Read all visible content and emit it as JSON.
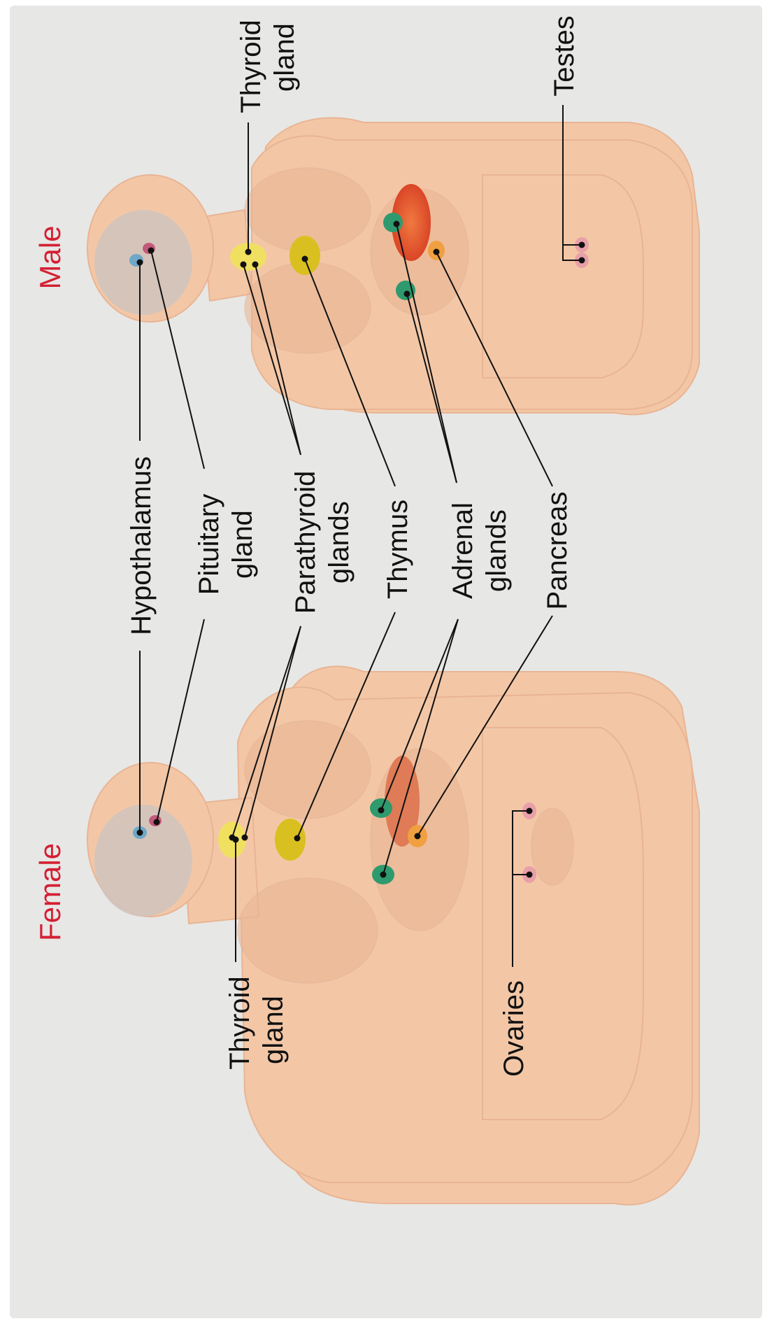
{
  "colors": {
    "background": "#e7e7e5",
    "outer": "#ffffff",
    "skin": "#f3c7a6",
    "skin_shade": "#e9b493",
    "skin_light": "#f8d9bf",
    "organ_outline": "#e0ae93",
    "brain": "#cfc3bd",
    "heading": "#d41f33",
    "label_text": "#111111",
    "leader_line": "#111111",
    "hypothalamus": "#6fa8c8",
    "pituitary": "#c35a7a",
    "thyroid": "#f0e060",
    "thymus": "#d9c020",
    "adrenal": "#2e9a6e",
    "pancreas": "#f0a040",
    "liver": "#e05030",
    "gonad": "#e8a0a8"
  },
  "headings": {
    "female": "Female",
    "male": "Male"
  },
  "labels": {
    "hypothalamus": "Hypothalamus",
    "pituitary_1": "Pituitary",
    "pituitary_2": "gland",
    "parathyroid_1": "Parathyroid",
    "parathyroid_2": "glands",
    "thymus": "Thymus",
    "adrenal_1": "Adrenal",
    "adrenal_2": "glands",
    "pancreas": "Pancreas",
    "thyroid_female_1": "Thyroid",
    "thyroid_female_2": "gland",
    "thyroid_male_1": "Thyroid",
    "thyroid_male_2": "gland",
    "ovaries": "Ovaries",
    "testes": "Testes"
  }
}
